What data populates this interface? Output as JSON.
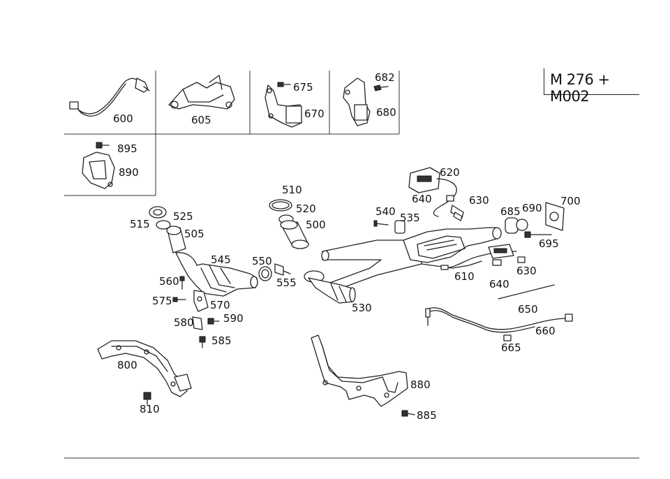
{
  "diagram": {
    "model_code": "M 276 + M002",
    "parts": [
      {
        "id": "p600",
        "label": "600"
      },
      {
        "id": "p605",
        "label": "605"
      },
      {
        "id": "p675",
        "label": "675"
      },
      {
        "id": "p670",
        "label": "670"
      },
      {
        "id": "p682",
        "label": "682"
      },
      {
        "id": "p680",
        "label": "680"
      },
      {
        "id": "p895",
        "label": "895"
      },
      {
        "id": "p890",
        "label": "890"
      },
      {
        "id": "p620",
        "label": "620"
      },
      {
        "id": "p640a",
        "label": "640"
      },
      {
        "id": "p630a",
        "label": "630"
      },
      {
        "id": "p700",
        "label": "700"
      },
      {
        "id": "p690",
        "label": "690"
      },
      {
        "id": "p685",
        "label": "685"
      },
      {
        "id": "p510",
        "label": "510"
      },
      {
        "id": "p520",
        "label": "520"
      },
      {
        "id": "p500",
        "label": "500"
      },
      {
        "id": "p540",
        "label": "540"
      },
      {
        "id": "p535",
        "label": "535"
      },
      {
        "id": "p525",
        "label": "525"
      },
      {
        "id": "p515",
        "label": "515"
      },
      {
        "id": "p505",
        "label": "505"
      },
      {
        "id": "p695",
        "label": "695"
      },
      {
        "id": "p545",
        "label": "545"
      },
      {
        "id": "p550",
        "label": "550"
      },
      {
        "id": "p555",
        "label": "555"
      },
      {
        "id": "p630b",
        "label": "630"
      },
      {
        "id": "p610",
        "label": "610"
      },
      {
        "id": "p640b",
        "label": "640"
      },
      {
        "id": "p560",
        "label": "560"
      },
      {
        "id": "p575",
        "label": "575"
      },
      {
        "id": "p570",
        "label": "570"
      },
      {
        "id": "p530",
        "label": "530"
      },
      {
        "id": "p650",
        "label": "650"
      },
      {
        "id": "p580",
        "label": "580"
      },
      {
        "id": "p590",
        "label": "590"
      },
      {
        "id": "p660",
        "label": "660"
      },
      {
        "id": "p585",
        "label": "585"
      },
      {
        "id": "p665",
        "label": "665"
      },
      {
        "id": "p800",
        "label": "800"
      },
      {
        "id": "p880",
        "label": "880"
      },
      {
        "id": "p810",
        "label": "810"
      },
      {
        "id": "p885",
        "label": "885"
      }
    ]
  }
}
